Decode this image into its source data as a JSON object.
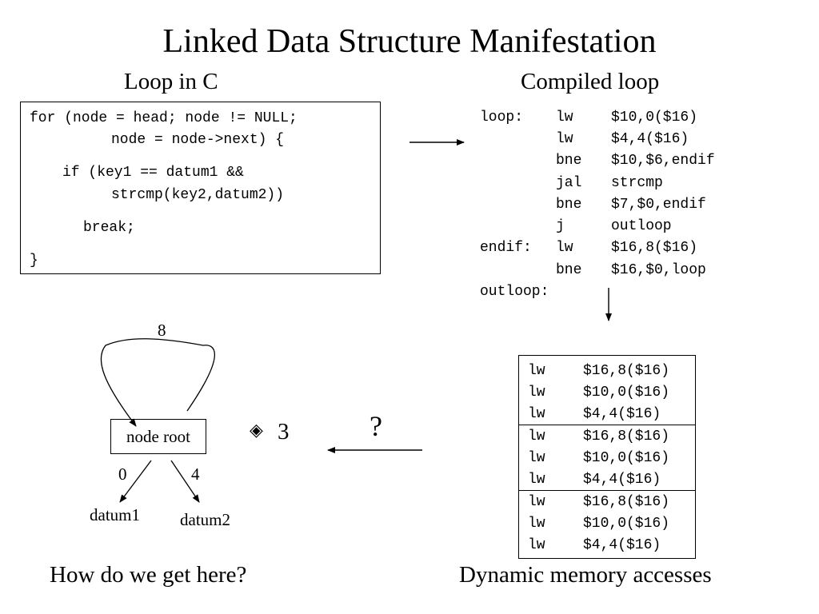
{
  "title": "Linked Data Structure Manifestation",
  "left_heading": "Loop in C",
  "right_heading": "Compiled loop",
  "c_code": [
    "for (node = head; node != NULL;",
    "node = node->next) {",
    "if (key1 == datum1 &&",
    "strcmp(key2,datum2))",
    "break;",
    "}"
  ],
  "asm": [
    {
      "label": "loop:",
      "op": "lw",
      "arg": "$10,0($16)"
    },
    {
      "label": "",
      "op": "lw",
      "arg": "$4,4($16)"
    },
    {
      "label": "",
      "op": "bne",
      "arg": "$10,$6,endif"
    },
    {
      "label": "",
      "op": "jal",
      "arg": "strcmp"
    },
    {
      "label": "",
      "op": "bne",
      "arg": "$7,$0,endif"
    },
    {
      "label": "",
      "op": "j",
      "arg": "outloop"
    },
    {
      "label": "endif:",
      "op": "lw",
      "arg": "$16,8($16)"
    },
    {
      "label": "",
      "op": "bne",
      "arg": "$16,$0,loop"
    },
    {
      "label": "outloop:",
      "op": "",
      "arg": ""
    }
  ],
  "memory_accesses": [
    {
      "op": "lw",
      "arg": "$16,8($16)"
    },
    {
      "op": "lw",
      "arg": "$10,0($16)"
    },
    {
      "op": "lw",
      "arg": "$4,4($16)"
    },
    {
      "op": "lw",
      "arg": "$16,8($16)"
    },
    {
      "op": "lw",
      "arg": "$10,0($16)"
    },
    {
      "op": "lw",
      "arg": "$4,4($16)"
    },
    {
      "op": "lw",
      "arg": "$16,8($16)"
    },
    {
      "op": "lw",
      "arg": "$10,0($16)"
    },
    {
      "op": "lw",
      "arg": "$4,4($16)"
    }
  ],
  "graph": {
    "node_label": "node root",
    "self_loop_label": "8",
    "edge_left_label": "0",
    "edge_right_label": "4",
    "left_target": "datum1",
    "right_target": "datum2"
  },
  "question_mark": "?",
  "diamond_glyph": "◈",
  "diamond_value": "3",
  "caption_left": "How do we get here?",
  "caption_right": "Dynamic memory accesses"
}
